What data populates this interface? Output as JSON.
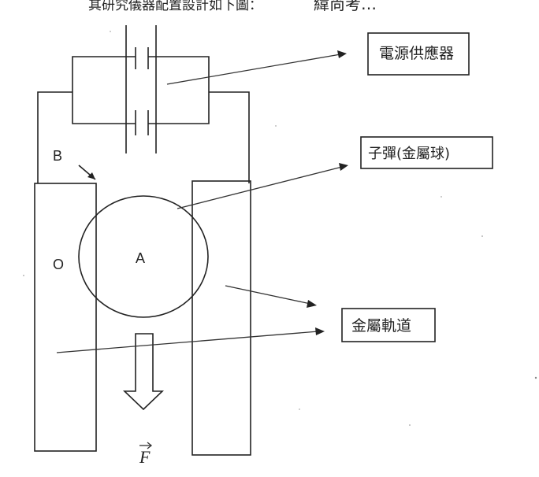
{
  "header": {
    "text": "其研究儀器配置設計如下圖：",
    "handwriting": "緯尚考…"
  },
  "labels": {
    "power_supply": "電源供應器",
    "bullet": "子彈(金屬球)",
    "rail": "金屬軌道"
  },
  "points": {
    "a": "A",
    "b": "B",
    "o": "O"
  },
  "force": {
    "symbol": "F"
  }
}
